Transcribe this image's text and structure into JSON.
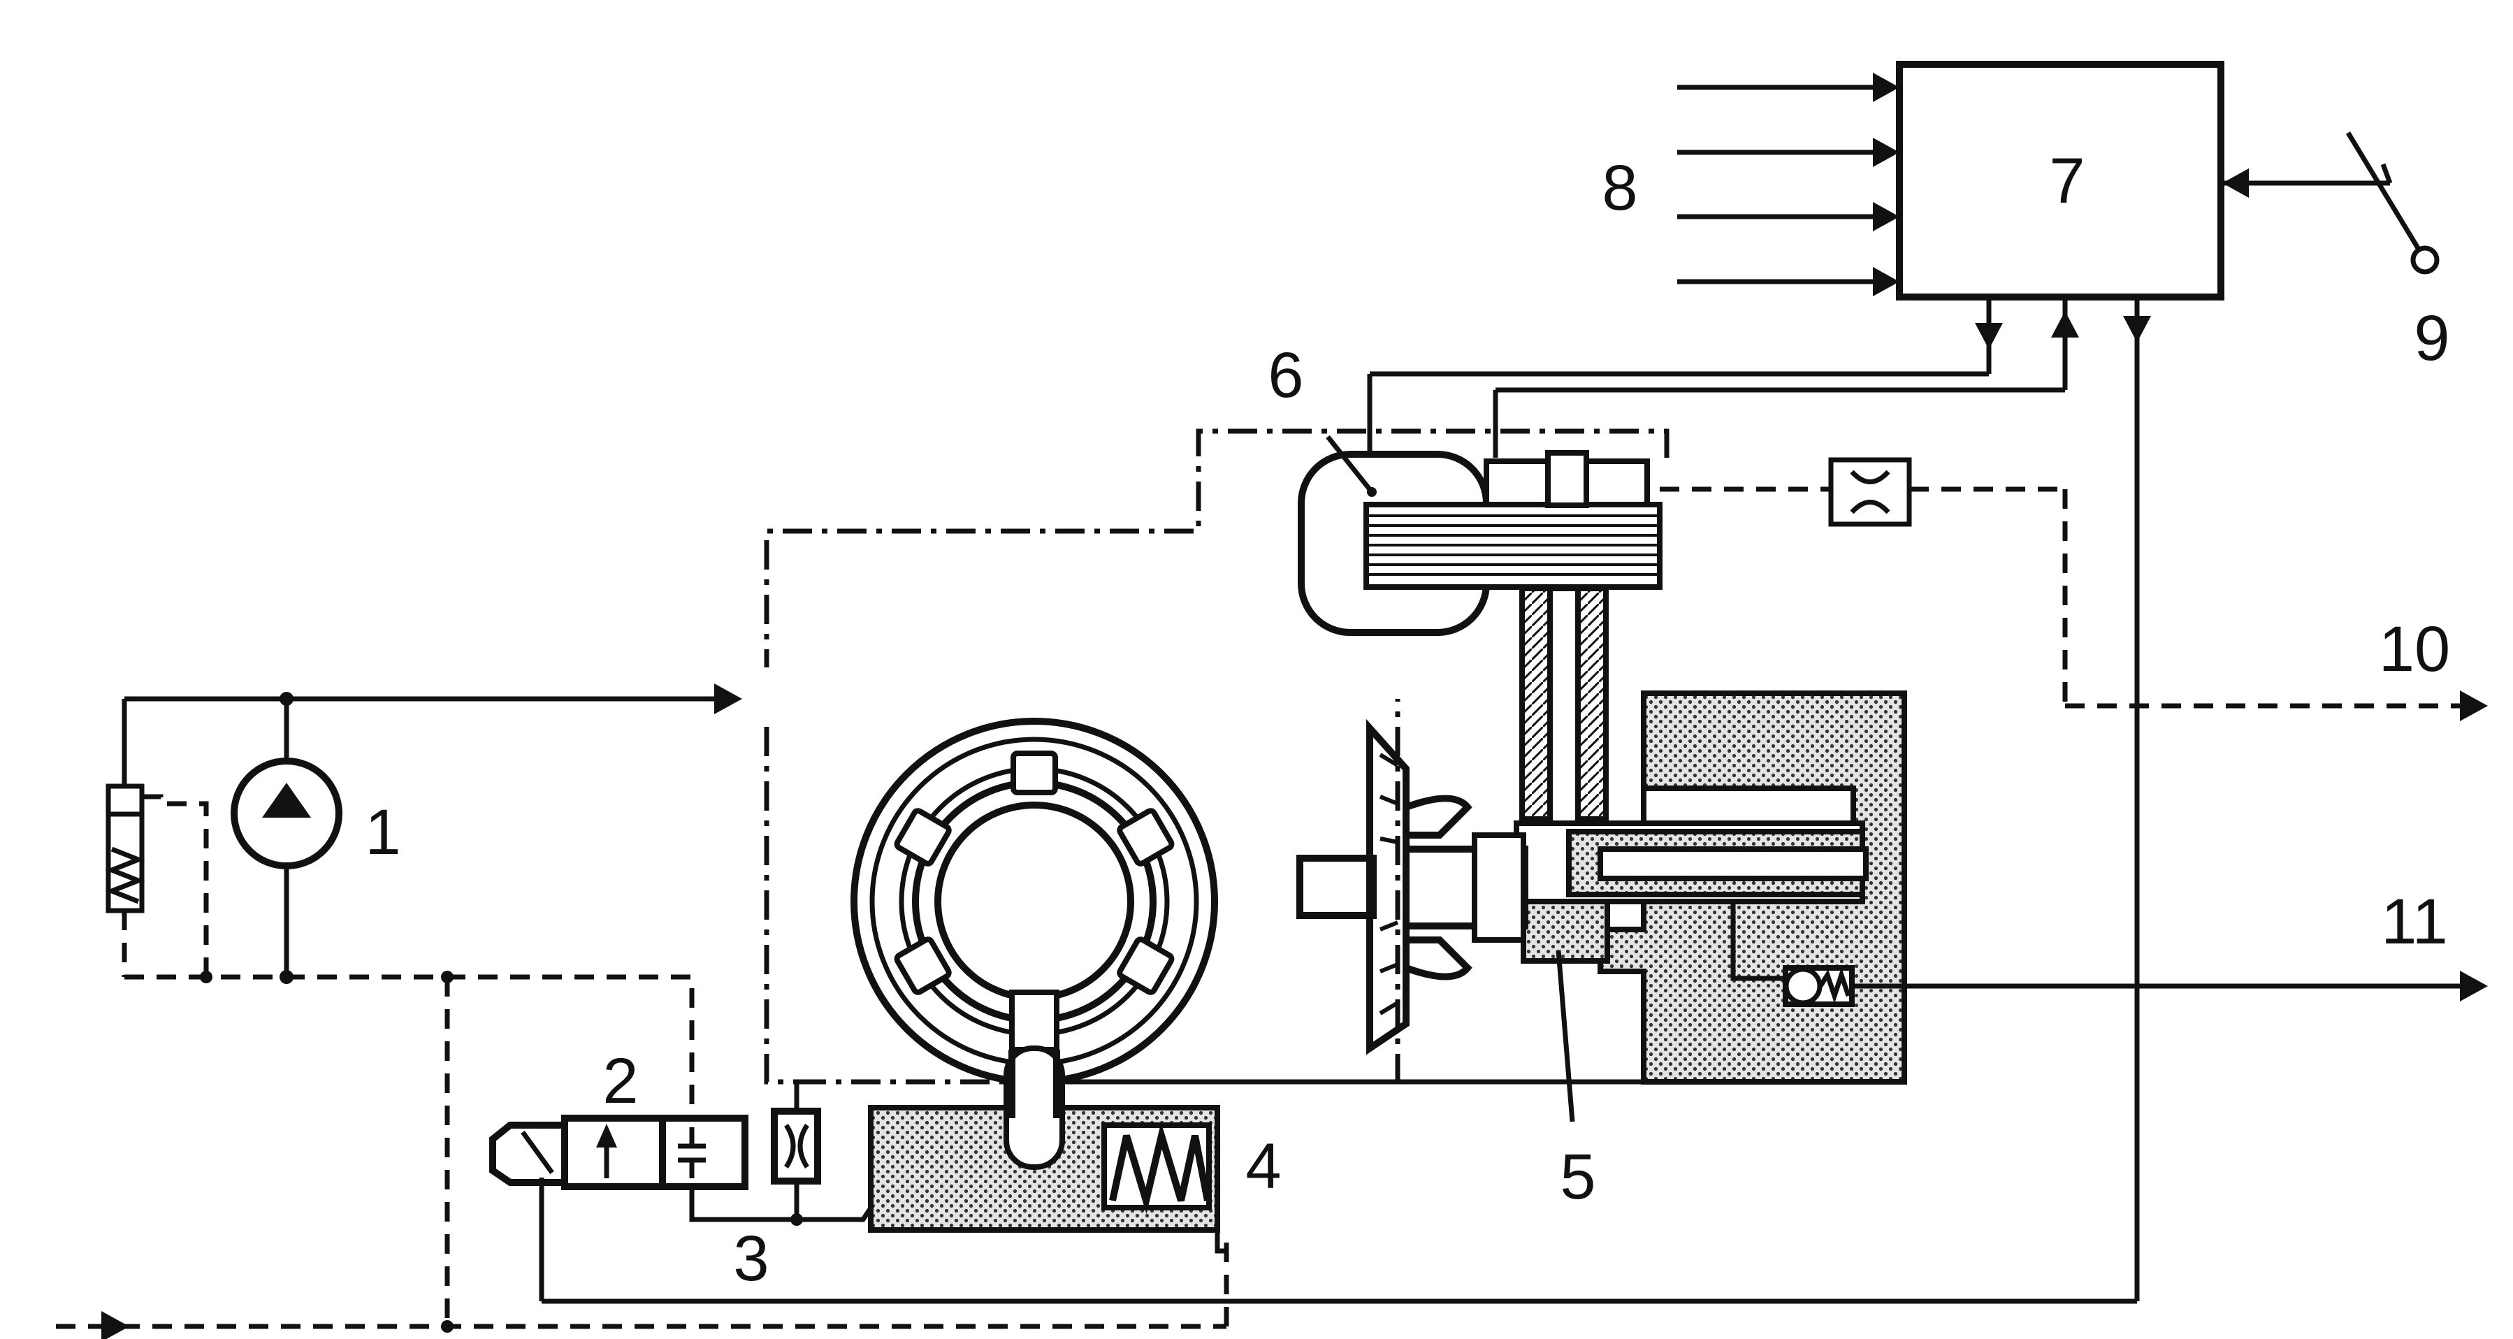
{
  "labels": {
    "pump": "1",
    "solenoid_valve": "2",
    "throttle_node": "3",
    "spring_chamber": "4",
    "actuator": "5",
    "servo_motor": "6",
    "control_unit": "7",
    "inputs": "8",
    "switch": "9",
    "outlet_upper": "10",
    "outlet_lower": "11"
  }
}
